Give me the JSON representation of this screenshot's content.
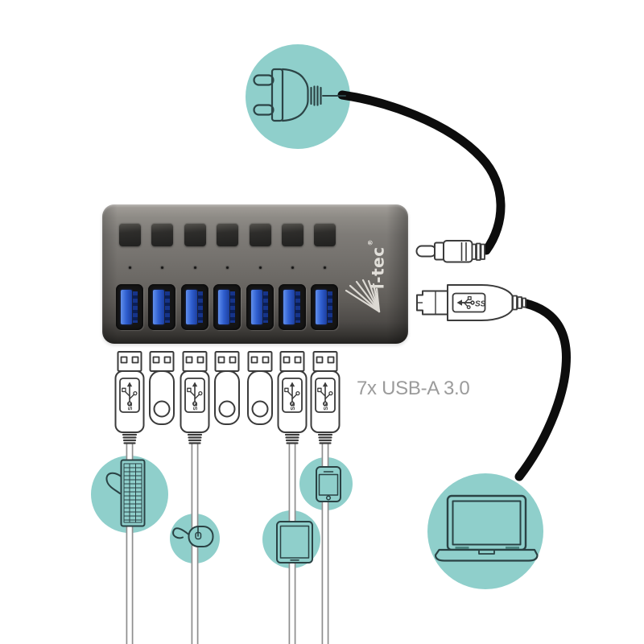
{
  "labels": {
    "ports_label": "7x USB-A 3.0",
    "brand": "i-tec",
    "registered": "®",
    "superspeed": "SS"
  },
  "colors": {
    "accent_teal": "#8FCFCB",
    "hub_body_gray": "#75726E",
    "usb_port_blue": "#2F5ECF",
    "cable_black": "#0D0D0D",
    "cable_gray_outline": "#8E8E8E",
    "label_gray": "#9B9B9B",
    "connector_line": "#3B3B3B",
    "device_icon_line": "#2A4244"
  },
  "hub": {
    "button_count": 7,
    "led_count": 7,
    "usb_port_count": 7,
    "brand": "i-tec"
  },
  "below_hub_row": [
    "usb-a-cable-plug",
    "usb-flash-drive",
    "usb-a-cable-plug",
    "usb-flash-drive",
    "usb-flash-drive",
    "usb-a-cable-plug",
    "usb-a-cable-plug"
  ],
  "connections": {
    "top": "power-adapter",
    "right_top": "dc-power-connector",
    "right_bottom": "usb-b-3.0-connector-to-laptop",
    "bottom_devices": [
      "keyboard",
      "mouse",
      "tablet",
      "smartphone"
    ]
  }
}
